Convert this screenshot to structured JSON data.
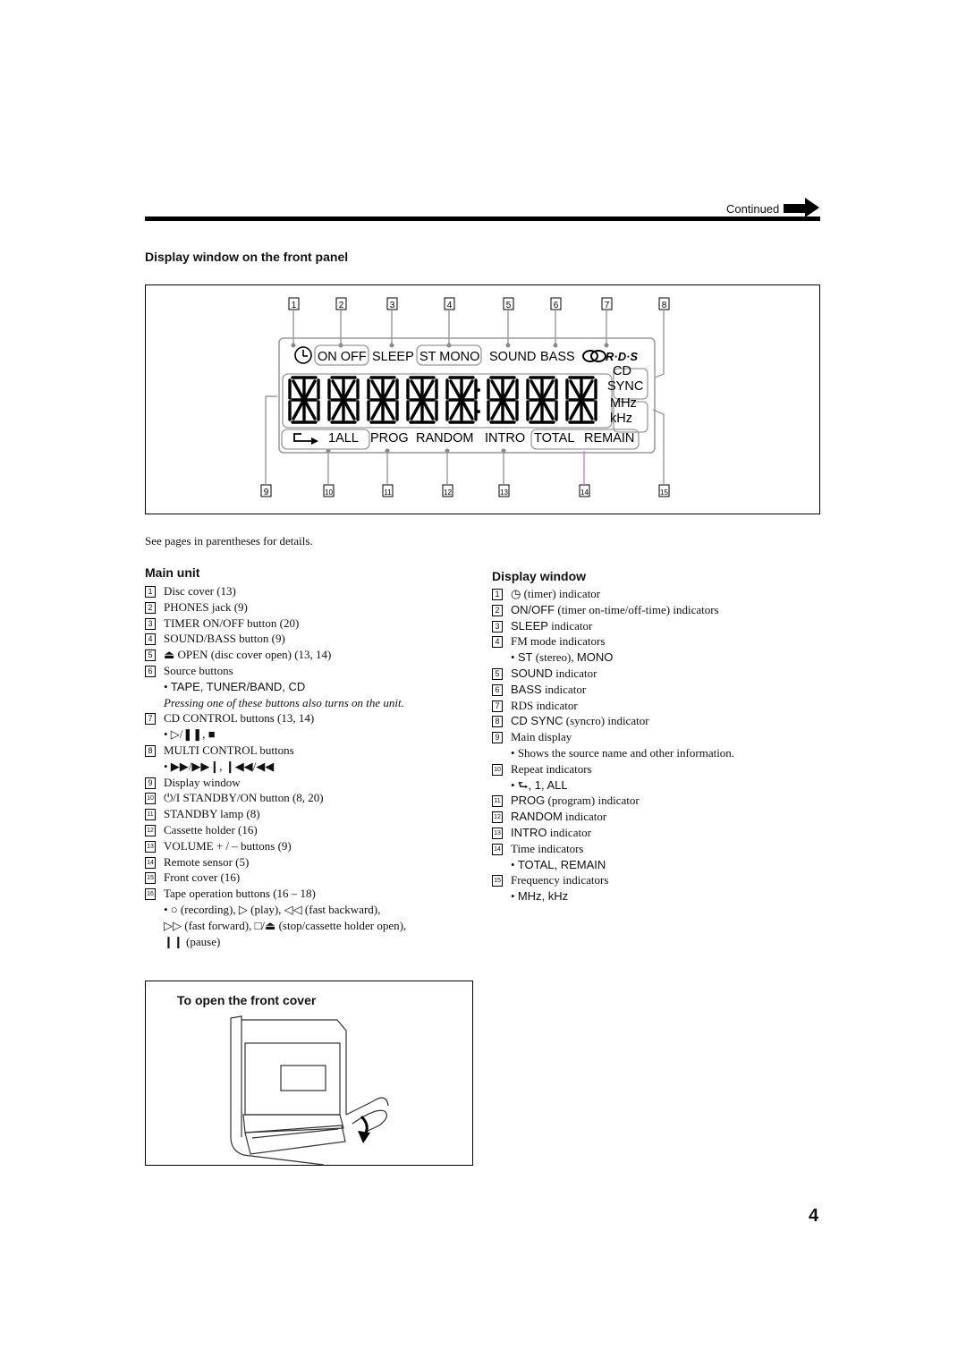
{
  "header": {
    "continued": "Continued"
  },
  "panel_section": {
    "title": "Display window on the front panel"
  },
  "lcd": {
    "callouts_top": [
      "1",
      "2",
      "3",
      "4",
      "5",
      "6",
      "7",
      "8"
    ],
    "callouts_bottom": [
      "9",
      "10",
      "11",
      "12",
      "13",
      "14",
      "15"
    ],
    "row1": {
      "on_off": "ON OFF",
      "sleep": "SLEEP",
      "st_mono": "ST MONO",
      "sound": "SOUND",
      "bass": "BASS",
      "rds": "R·D·S"
    },
    "right": {
      "cd": "CD",
      "sync": "SYNC",
      "mhz": "MHz",
      "khz": "kHz"
    },
    "row3": {
      "all": "1ALL",
      "prog": "PROG",
      "random": "RANDOM",
      "intro": "INTRO",
      "total": "TOTAL",
      "remain": "REMAIN"
    }
  },
  "see_pages": "See pages in parentheses for details.",
  "main_unit": {
    "title": "Main unit",
    "items": [
      "Disc cover (13)",
      "PHONES jack (9)",
      "TIMER ON/OFF button (20)",
      "SOUND/BASS button (9)",
      "OPEN (disc cover open) (13, 14)",
      "Source buttons",
      "CD CONTROL buttons (13, 14)",
      "MULTI CONTROL buttons",
      "Display window",
      "STANDBY/ON button (8, 20)",
      "STANDBY lamp (8)",
      "Cassette holder (16)",
      "VOLUME + / – buttons (9)",
      "Remote sensor (5)",
      "Front cover (16)",
      "Tape operation buttons (16 – 18)"
    ],
    "source_sub": "TAPE, TUNER/BAND, CD",
    "source_note": "Pressing one of these buttons also turns on the unit.",
    "tape_sub1": "(recording),",
    "tape_sub1b": "(play),",
    "tape_sub1c": "(fast backward),",
    "tape_sub2": "(fast forward),",
    "tape_sub2b": "(stop/cassette holder open),",
    "tape_sub3": "(pause)"
  },
  "display_window": {
    "title": "Display window",
    "timer": "(timer) indicator",
    "on_off_a": "ON/OFF",
    "on_off_b": "(timer on-time/off-time) indicators",
    "sleep_a": "SLEEP",
    "sleep_b": "indicator",
    "fm": "FM mode indicators",
    "st_a": "ST",
    "st_b": "(stereo),",
    "st_c": "MONO",
    "sound_a": "SOUND",
    "sound_b": "indicator",
    "bass_a": "BASS",
    "bass_b": "indicator",
    "rds": "RDS indicator",
    "cdsync_a": "CD SYNC",
    "cdsync_b": "(syncro) indicator",
    "main": "Main display",
    "main_sub": "Shows the source name and other information.",
    "repeat": "Repeat indicators",
    "repeat_sub": ", 1, ALL",
    "prog_a": "PROG",
    "prog_b": "(program) indicator",
    "random_a": "RANDOM",
    "random_b": "indicator",
    "intro_a": "INTRO",
    "intro_b": "indicator",
    "time": "Time indicators",
    "time_sub": "TOTAL, REMAIN",
    "freq": "Frequency indicators",
    "freq_sub": "MHz, kHz"
  },
  "front_cover": {
    "title": "To open the front cover"
  },
  "page_number": "4"
}
